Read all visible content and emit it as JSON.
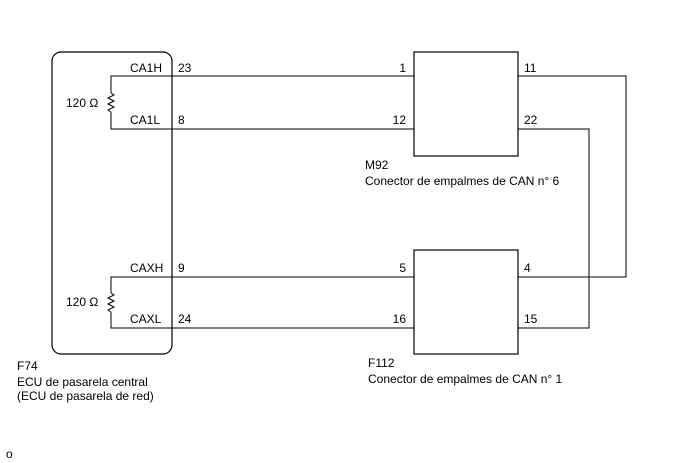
{
  "ecu": {
    "code": "F74",
    "name_line1": "ECU de pasarela central",
    "name_line2": "(ECU de pasarela de red)",
    "resistor_top": "120 Ω",
    "resistor_bottom": "120 Ω",
    "signals": [
      "CA1H",
      "CA1L",
      "CAXH",
      "CAXL"
    ],
    "pins": [
      "23",
      "8",
      "9",
      "24"
    ]
  },
  "connector_m92": {
    "code": "M92",
    "name": "Conector de empalmes de CAN n° 6",
    "left_pins": [
      "1",
      "12"
    ],
    "right_pins": [
      "11",
      "22"
    ]
  },
  "connector_f112": {
    "code": "F112",
    "name": "Conector de empalmes de CAN n° 1",
    "left_pins": [
      "5",
      "16"
    ],
    "right_pins": [
      "4",
      "15"
    ]
  },
  "footer_mark": "o"
}
